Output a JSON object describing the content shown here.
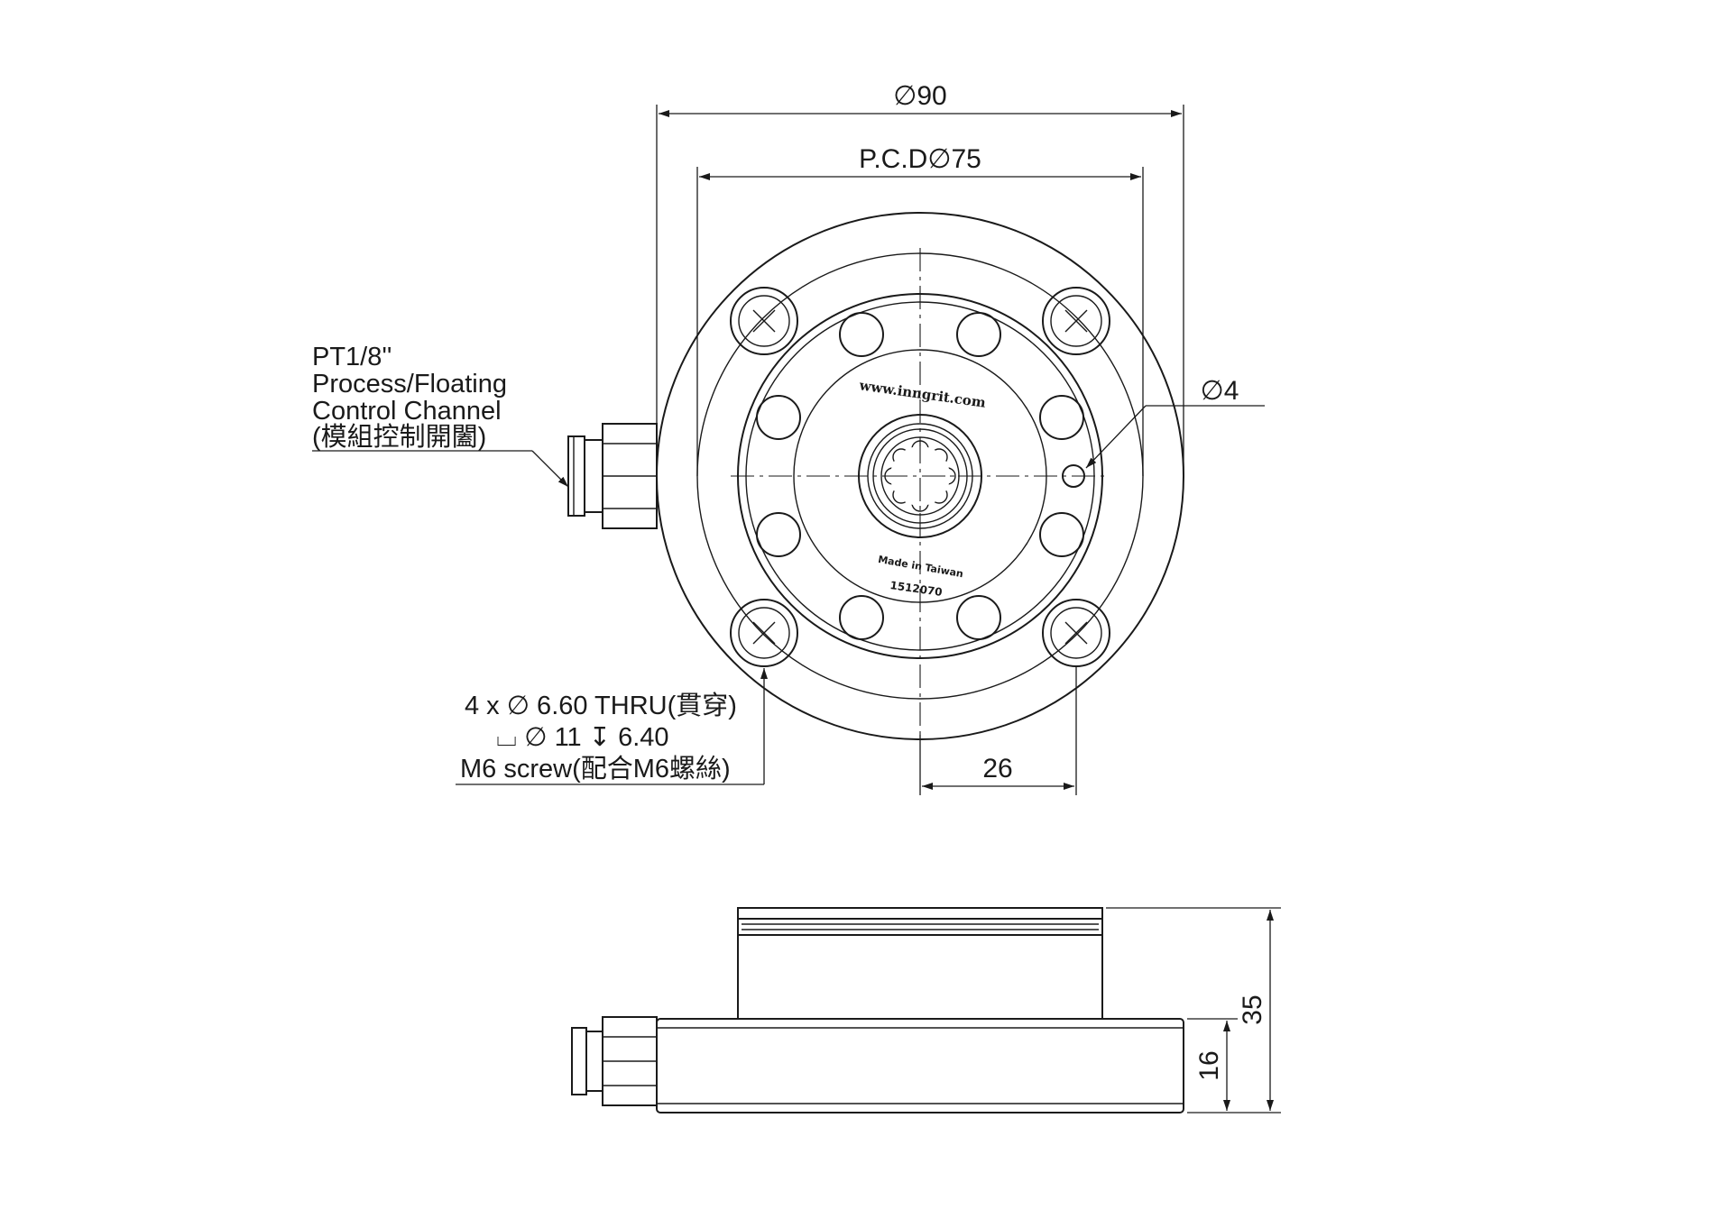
{
  "dimensions": {
    "outer_diameter": "∅90",
    "pcd": "P.C.D∅75",
    "pin_hole": "∅4",
    "offset": "26",
    "total_height": "35",
    "flange_height": "16"
  },
  "port_note": {
    "line1": "PT1/8''",
    "line2": "Process/Floating",
    "line3": "Control Channel",
    "line4": "(模組控制開闔)"
  },
  "hole_note": {
    "line1": "4 x  ∅  6.60 THRU(貫穿)",
    "line2": "⌴  ∅ 11 ↧ 6.40",
    "line3": "M6 screw(配合M6螺絲)"
  },
  "engraving": {
    "website": "www.inngrit.com",
    "origin": "Made in Taiwan",
    "serial": "1512070"
  }
}
